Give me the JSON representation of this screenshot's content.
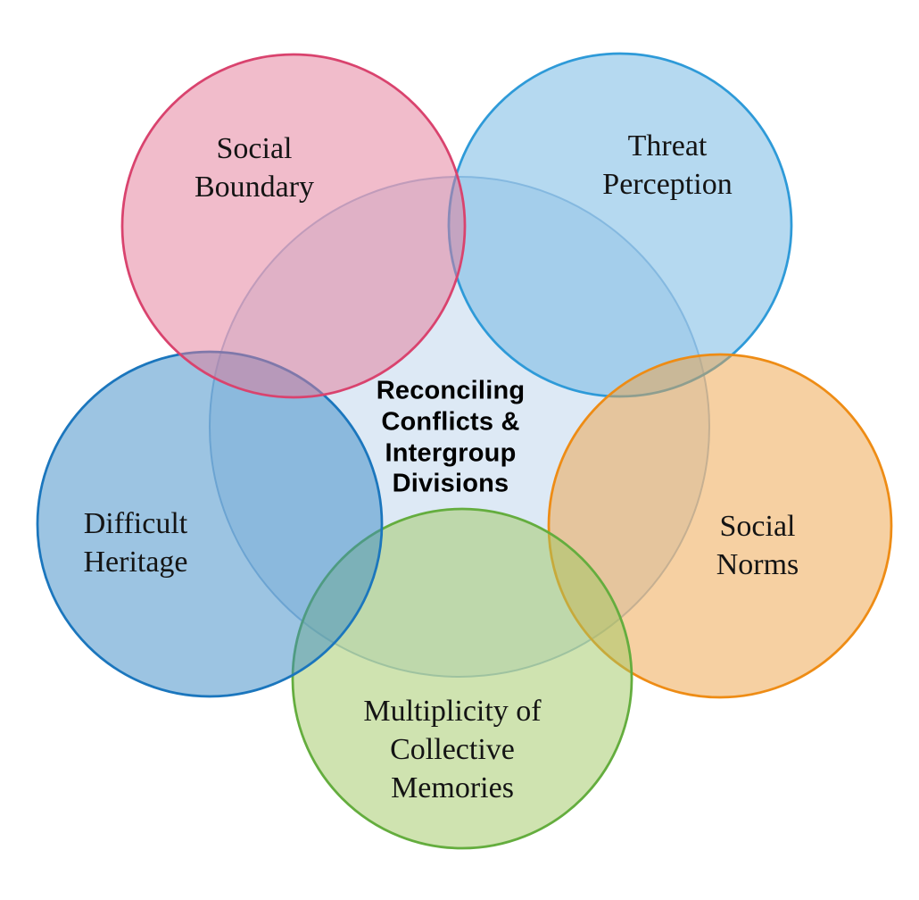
{
  "diagram": {
    "background": "#ffffff",
    "center": {
      "name": "reconciling-conflicts-and-intergroup-divisions",
      "lines": [
        "Reconciling",
        "Conflicts &",
        "Intergroup",
        "Divisions"
      ],
      "fill": "#dde9f5",
      "stroke": "#8fb4d8",
      "text_color": "#000000"
    },
    "circles": [
      {
        "name": "threat-perception",
        "label_lines": [
          "Threat",
          "Perception"
        ],
        "fill": "#6bb3e1",
        "stroke": "#2e9ad8",
        "position": "top-right"
      },
      {
        "name": "social-norms",
        "label_lines": [
          "Social",
          "Norms"
        ],
        "fill": "#eda145",
        "stroke": "#ee8c15",
        "position": "right"
      },
      {
        "name": "multiplicity-of-collective-memories",
        "label_lines": [
          "Multiplicity of",
          "Collective",
          "Memories"
        ],
        "fill": "#9fc761",
        "stroke": "#64ad3e",
        "position": "bottom"
      },
      {
        "name": "difficult-heritage",
        "label_lines": [
          "Difficult",
          "Heritage"
        ],
        "fill": "#3a8ac6",
        "stroke": "#1b76bd",
        "position": "left"
      },
      {
        "name": "social-boundary",
        "label_lines": [
          "Social",
          "Boundary"
        ],
        "fill": "#e37997",
        "stroke": "#d9436e",
        "position": "top-left"
      }
    ]
  }
}
